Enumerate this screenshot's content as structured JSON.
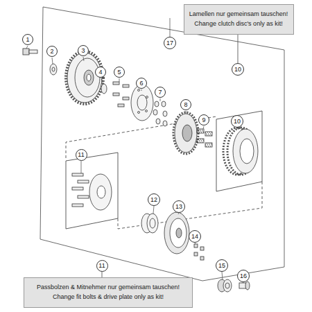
{
  "diagram": {
    "nodes": [
      {
        "text": [
          "Lamellen nur gemeinsam tauschen!",
          "Change clutch disc's only as kit!"
        ]
      },
      {
        "text": [
          "10"
        ]
      },
      {
        "text": [
          "1"
        ]
      },
      {
        "text": [
          "2"
        ]
      },
      {
        "text": [
          "3"
        ]
      },
      {
        "text": [
          "17"
        ]
      },
      {
        "text": [
          "4"
        ]
      },
      {
        "text": [
          "5"
        ]
      },
      {
        "text": [
          "6"
        ]
      },
      {
        "text": [
          "7"
        ]
      },
      {
        "text": [
          "8"
        ]
      },
      {
        "text": [
          "9"
        ]
      },
      {
        "text": [
          "10"
        ]
      },
      {
        "text": [
          "11"
        ]
      },
      {
        "text": [
          "12"
        ]
      },
      {
        "text": [
          "13"
        ]
      },
      {
        "text": [
          "14"
        ]
      },
      {
        "text": [
          "15"
        ]
      },
      {
        "text": [
          "16"
        ]
      },
      {
        "text": [
          "11"
        ]
      },
      {
        "text": [
          "Passbolzen & Mitnehmer nur gemeinsam tauschen!",
          "Change fit bolts & drive plate only as kit!"
        ]
      }
    ],
    "edges": [
      {
        "from": 1,
        "to": 0,
        "arrow": "none"
      },
      {
        "from": 19,
        "to": 20,
        "arrow": "none"
      }
    ]
  }
}
